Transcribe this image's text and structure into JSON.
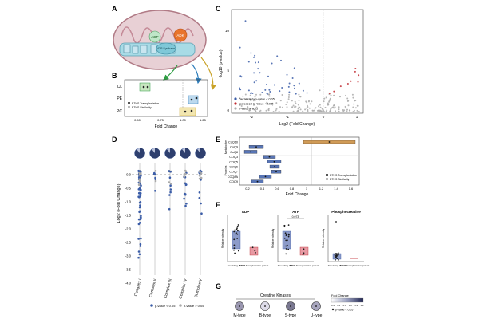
{
  "panels": {
    "A": {
      "letter": "A",
      "labels": {
        "adp": "ADP",
        "adk": "ADK",
        "atp_synthase": "ATP Synthase"
      }
    },
    "B": {
      "letter": "B",
      "rows": [
        "CL",
        "PE",
        "PC"
      ],
      "x_ticks": [
        "0.50",
        "0.75",
        "1.00",
        "1.25"
      ],
      "xlabel": "Fold Change",
      "legend": [
        "BTHS Transplantation",
        "BTHS Similarity"
      ]
    },
    "C": {
      "letter": "C",
      "ylabel": "-log10 (p-value)",
      "xlabel": "Log2 (Fold Change)",
      "y_ticks": [
        "10",
        "5",
        "0"
      ],
      "x_ticks": [
        "-2",
        "-1",
        "0",
        "1"
      ],
      "legend": [
        "Decreased (p-value < 0.05)",
        "Increased (p-value <0.05)",
        "p-value > 0.05"
      ]
    },
    "D": {
      "letter": "D",
      "ylabel": "Log2 (Fold Change)",
      "y_ticks": [
        "0.0",
        "-0.5",
        "-1.0",
        "-1.5",
        "-2.0",
        "-2.5",
        "-3.0",
        "-3.5",
        "-4.0"
      ],
      "complexes": [
        "Complex I",
        "Complex II",
        "Complex III",
        "Complex IV",
        "Complex V"
      ],
      "legend": [
        "p-value < 0.05",
        "p-value > 0.05"
      ]
    },
    "E": {
      "letter": "E",
      "group_labels": [
        "Metabolites",
        "Proteins"
      ],
      "rows": [
        "CoQ10",
        "CoQ9",
        "CoQ8",
        "COQ3",
        "COQ5",
        "COQ6",
        "COQ7",
        "COQ8A",
        "COQ9"
      ],
      "x_ticks": [
        "0.2",
        "0.4",
        "0.6",
        "0.8",
        "1",
        "1.2",
        "1.4",
        "1.6"
      ],
      "xlabel": "Fold Change",
      "legend": [
        "BTHS Transplantation",
        "BTHS Similarity"
      ]
    },
    "F": {
      "letter": "F",
      "plots": [
        {
          "title": "ADP",
          "ylabel": "Relative intensity",
          "groups": [
            "Non failing donors",
            "BTHS Transplantation patient"
          ],
          "annotation": ""
        },
        {
          "title": "ATP",
          "ylabel": "Relative intensity",
          "groups": [
            "Non failing donors",
            "BTHS Transplantation patient"
          ],
          "annotation": "0.073"
        },
        {
          "title": "Phosphocreatine",
          "ylabel": "Relative intensity",
          "groups": [
            "Non failing donors",
            "BTHS Transplantation patient"
          ],
          "annotation": ""
        }
      ]
    },
    "G": {
      "letter": "G",
      "title": "Creatine Kinases",
      "kinases": [
        "M-type",
        "B-type",
        "S-type",
        "U-type"
      ],
      "kinase_colors": [
        "#9a97b0",
        "#dddbe8",
        "#7a7891",
        "#a9a7bf"
      ],
      "scale_label": "Fold Change",
      "scale_ticks": [
        "0.4",
        "0.6",
        "0.8",
        "1.0",
        "1.2",
        "1.4"
      ],
      "note": "p-value < 0.05"
    }
  }
}
